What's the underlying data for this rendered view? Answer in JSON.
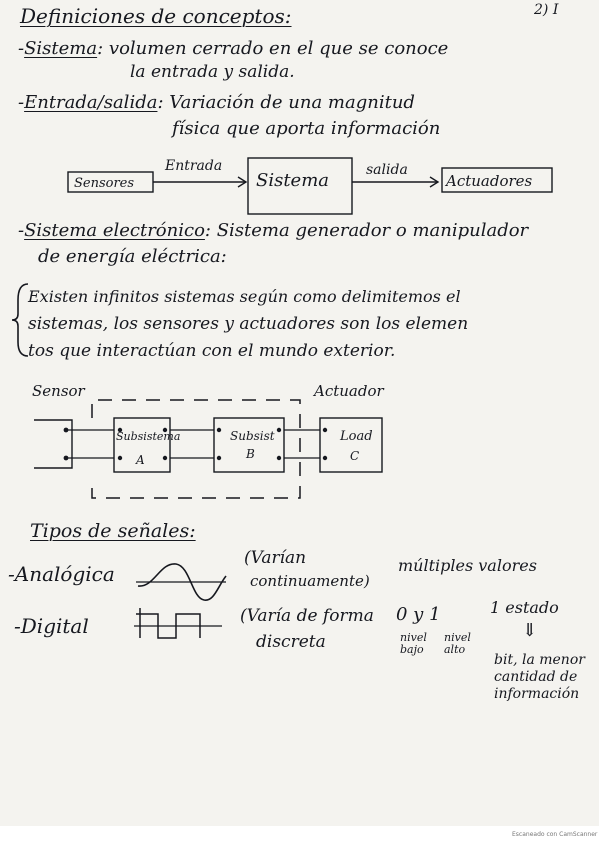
{
  "title": "Definiciones de conceptos:",
  "corner": "2) I",
  "defs": {
    "sistema_term": "Sistema",
    "sistema_def1": ": volumen cerrado en el que se conoce",
    "sistema_def2": "la entrada y salida.",
    "es_term": "Entrada/salida",
    "es_def1": ": Variación de una magnitud",
    "es_def2": "física que aporta información"
  },
  "flow": {
    "sensores": "Sensores",
    "entrada": "Entrada",
    "sistema": "Sistema",
    "salida": "salida",
    "actuadores": "Actuadores"
  },
  "electronico": {
    "term": "Sistema electrónico",
    "def1": ": Sistema generador o manipulador",
    "def2": "de energía eléctrica:"
  },
  "note": {
    "line1": "Existen infinitos sistemas según como delimitemos el",
    "line2": "sistemas, los sensores y actuadores son los elemen",
    "line3": "tos que interactúan con el mundo exterior."
  },
  "block": {
    "sensor": "Sensor",
    "actuador": "Actuador",
    "sub_a_1": "Subsistema",
    "sub_a_2": "A",
    "sub_b_1": "Subsist",
    "sub_b_2": "B",
    "load_1": "Load",
    "load_2": "C"
  },
  "tipos": {
    "title": "Tipos de señales:",
    "analogica": "Analógica",
    "analog_desc1": "(Varían",
    "analog_desc2": "continuamente)",
    "multiples": "múltiples valores",
    "digital": "Digital",
    "digital_desc1": "(Varía de forma",
    "digital_desc2": "discreta",
    "cero": "0",
    "uno": "1",
    "nivel_bajo_1": "nivel",
    "nivel_bajo_2": "bajo",
    "nivel_alto_1": "nivel",
    "nivel_alto_2": "alto",
    "estado": "1 estado",
    "bit1": "bit, la menor",
    "bit2": "cantidad de",
    "bit3": "información"
  },
  "footer": "Escaneado con CamScanner"
}
